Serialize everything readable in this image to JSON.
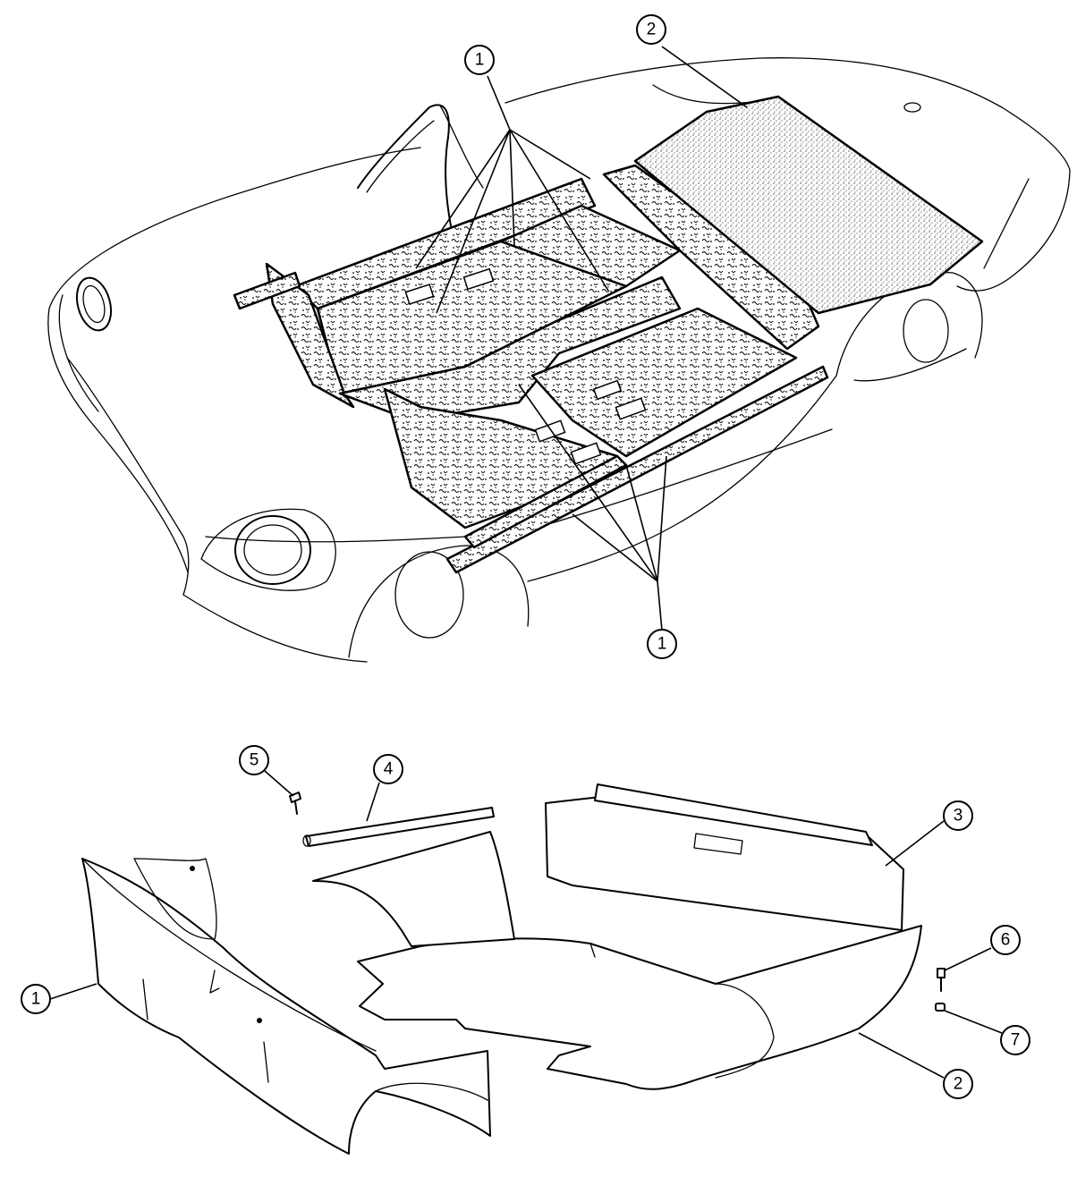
{
  "figure": {
    "upper_view": {
      "callouts": [
        {
          "id": "top-1",
          "label": "1"
        },
        {
          "id": "top-2",
          "label": "2"
        },
        {
          "id": "bottom-1",
          "label": "1"
        }
      ]
    },
    "lower_view": {
      "callouts": [
        {
          "id": "c1",
          "label": "1"
        },
        {
          "id": "c2",
          "label": "2"
        },
        {
          "id": "c3",
          "label": "3"
        },
        {
          "id": "c4",
          "label": "4"
        },
        {
          "id": "c5",
          "label": "5"
        },
        {
          "id": "c6",
          "label": "6"
        },
        {
          "id": "c7",
          "label": "7"
        }
      ]
    }
  }
}
